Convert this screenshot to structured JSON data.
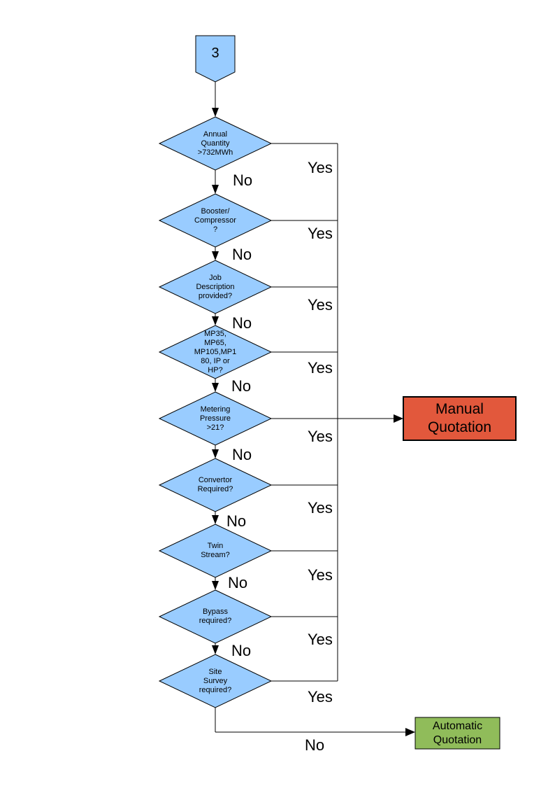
{
  "colors": {
    "node_fill": "#99CCFF",
    "node_border": "#000000",
    "manual_fill": "#E2583C",
    "auto_fill": "#90BC5A",
    "line": "#000000"
  },
  "connector": {
    "label": "3"
  },
  "decisions": [
    {
      "label": "Annual\nQuantity\n>732MWh"
    },
    {
      "label": "Booster/\nCompressor\n?"
    },
    {
      "label": "Job\nDescription\nprovided?"
    },
    {
      "label": "MP35,\nMP65,\nMP105,MP1\n80, IP or\nHP?"
    },
    {
      "label": "Metering\nPressure\n>21?"
    },
    {
      "label": "Convertor\nRequired?"
    },
    {
      "label": "Twin\nStream?"
    },
    {
      "label": "Bypass\nrequired?"
    },
    {
      "label": "Site\nSurvey\nrequired?"
    }
  ],
  "outcomes": {
    "manual": "Manual\nQuotation",
    "auto": "Automatic\nQuotation"
  },
  "edge_labels": {
    "yes": "Yes",
    "no": "No"
  }
}
